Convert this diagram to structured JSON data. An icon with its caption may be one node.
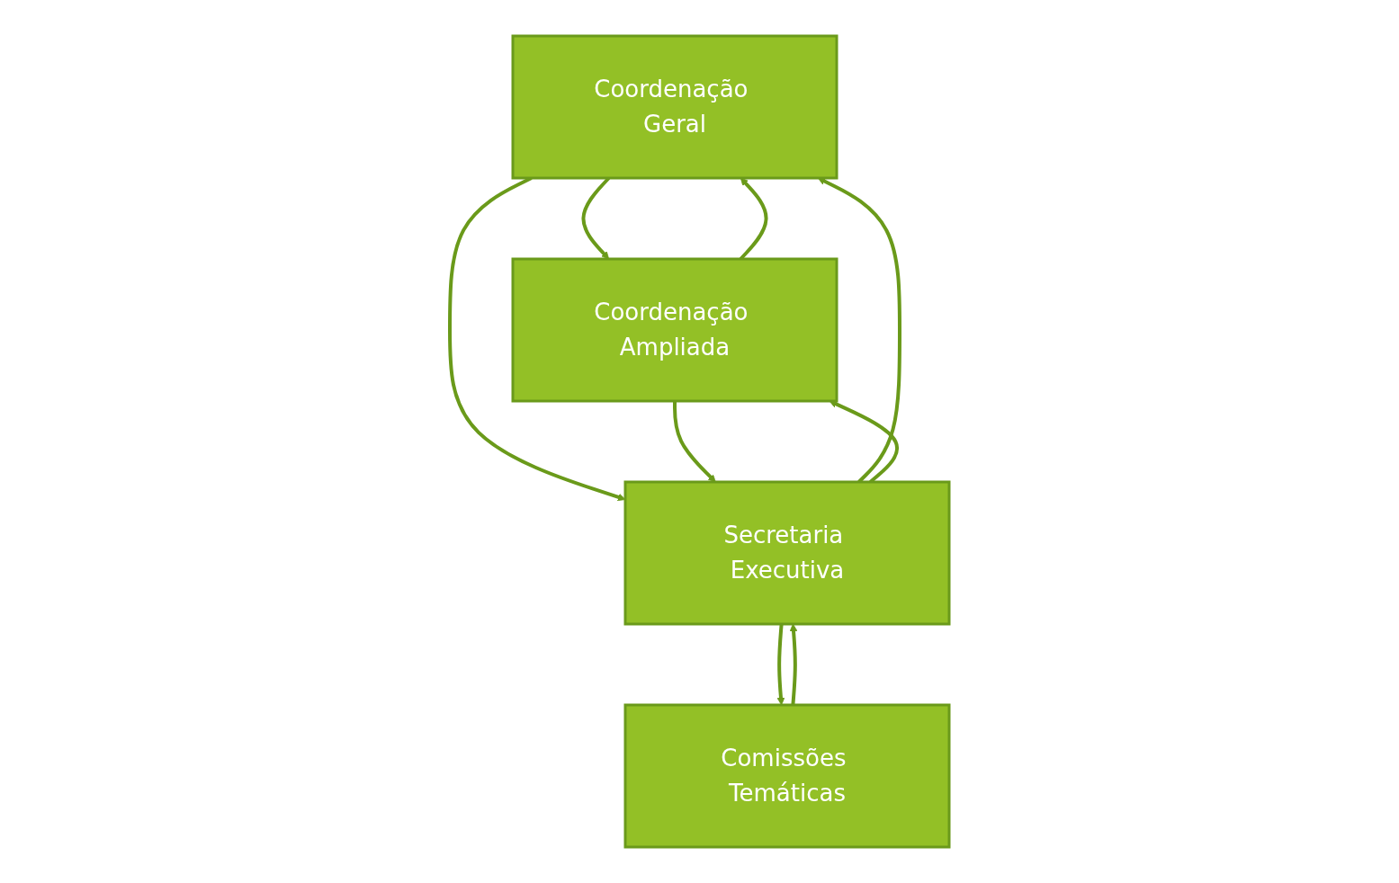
{
  "diagram": {
    "nodes": [
      {
        "text": [
          "Coordenação Geral"
        ]
      },
      {
        "text": [
          "Coordenação Ampliada"
        ]
      },
      {
        "text": [
          "Secretaria Executiva"
        ]
      },
      {
        "text": [
          "Comissões Temáticas"
        ]
      }
    ],
    "edges": [
      {
        "from": 0,
        "to": 1,
        "arrow": "to"
      },
      {
        "from": 1,
        "to": 0,
        "arrow": "to"
      },
      {
        "from": 2,
        "to": 0,
        "arrow": "to"
      },
      {
        "from": 0,
        "to": 2,
        "arrow": "to"
      },
      {
        "from": 1,
        "to": 2,
        "arrow": "to"
      },
      {
        "from": 2,
        "to": 1,
        "arrow": "to"
      },
      {
        "from": 3,
        "to": 2,
        "arrow": "to"
      },
      {
        "from": 2,
        "to": 3,
        "arrow": "to"
      }
    ]
  }
}
